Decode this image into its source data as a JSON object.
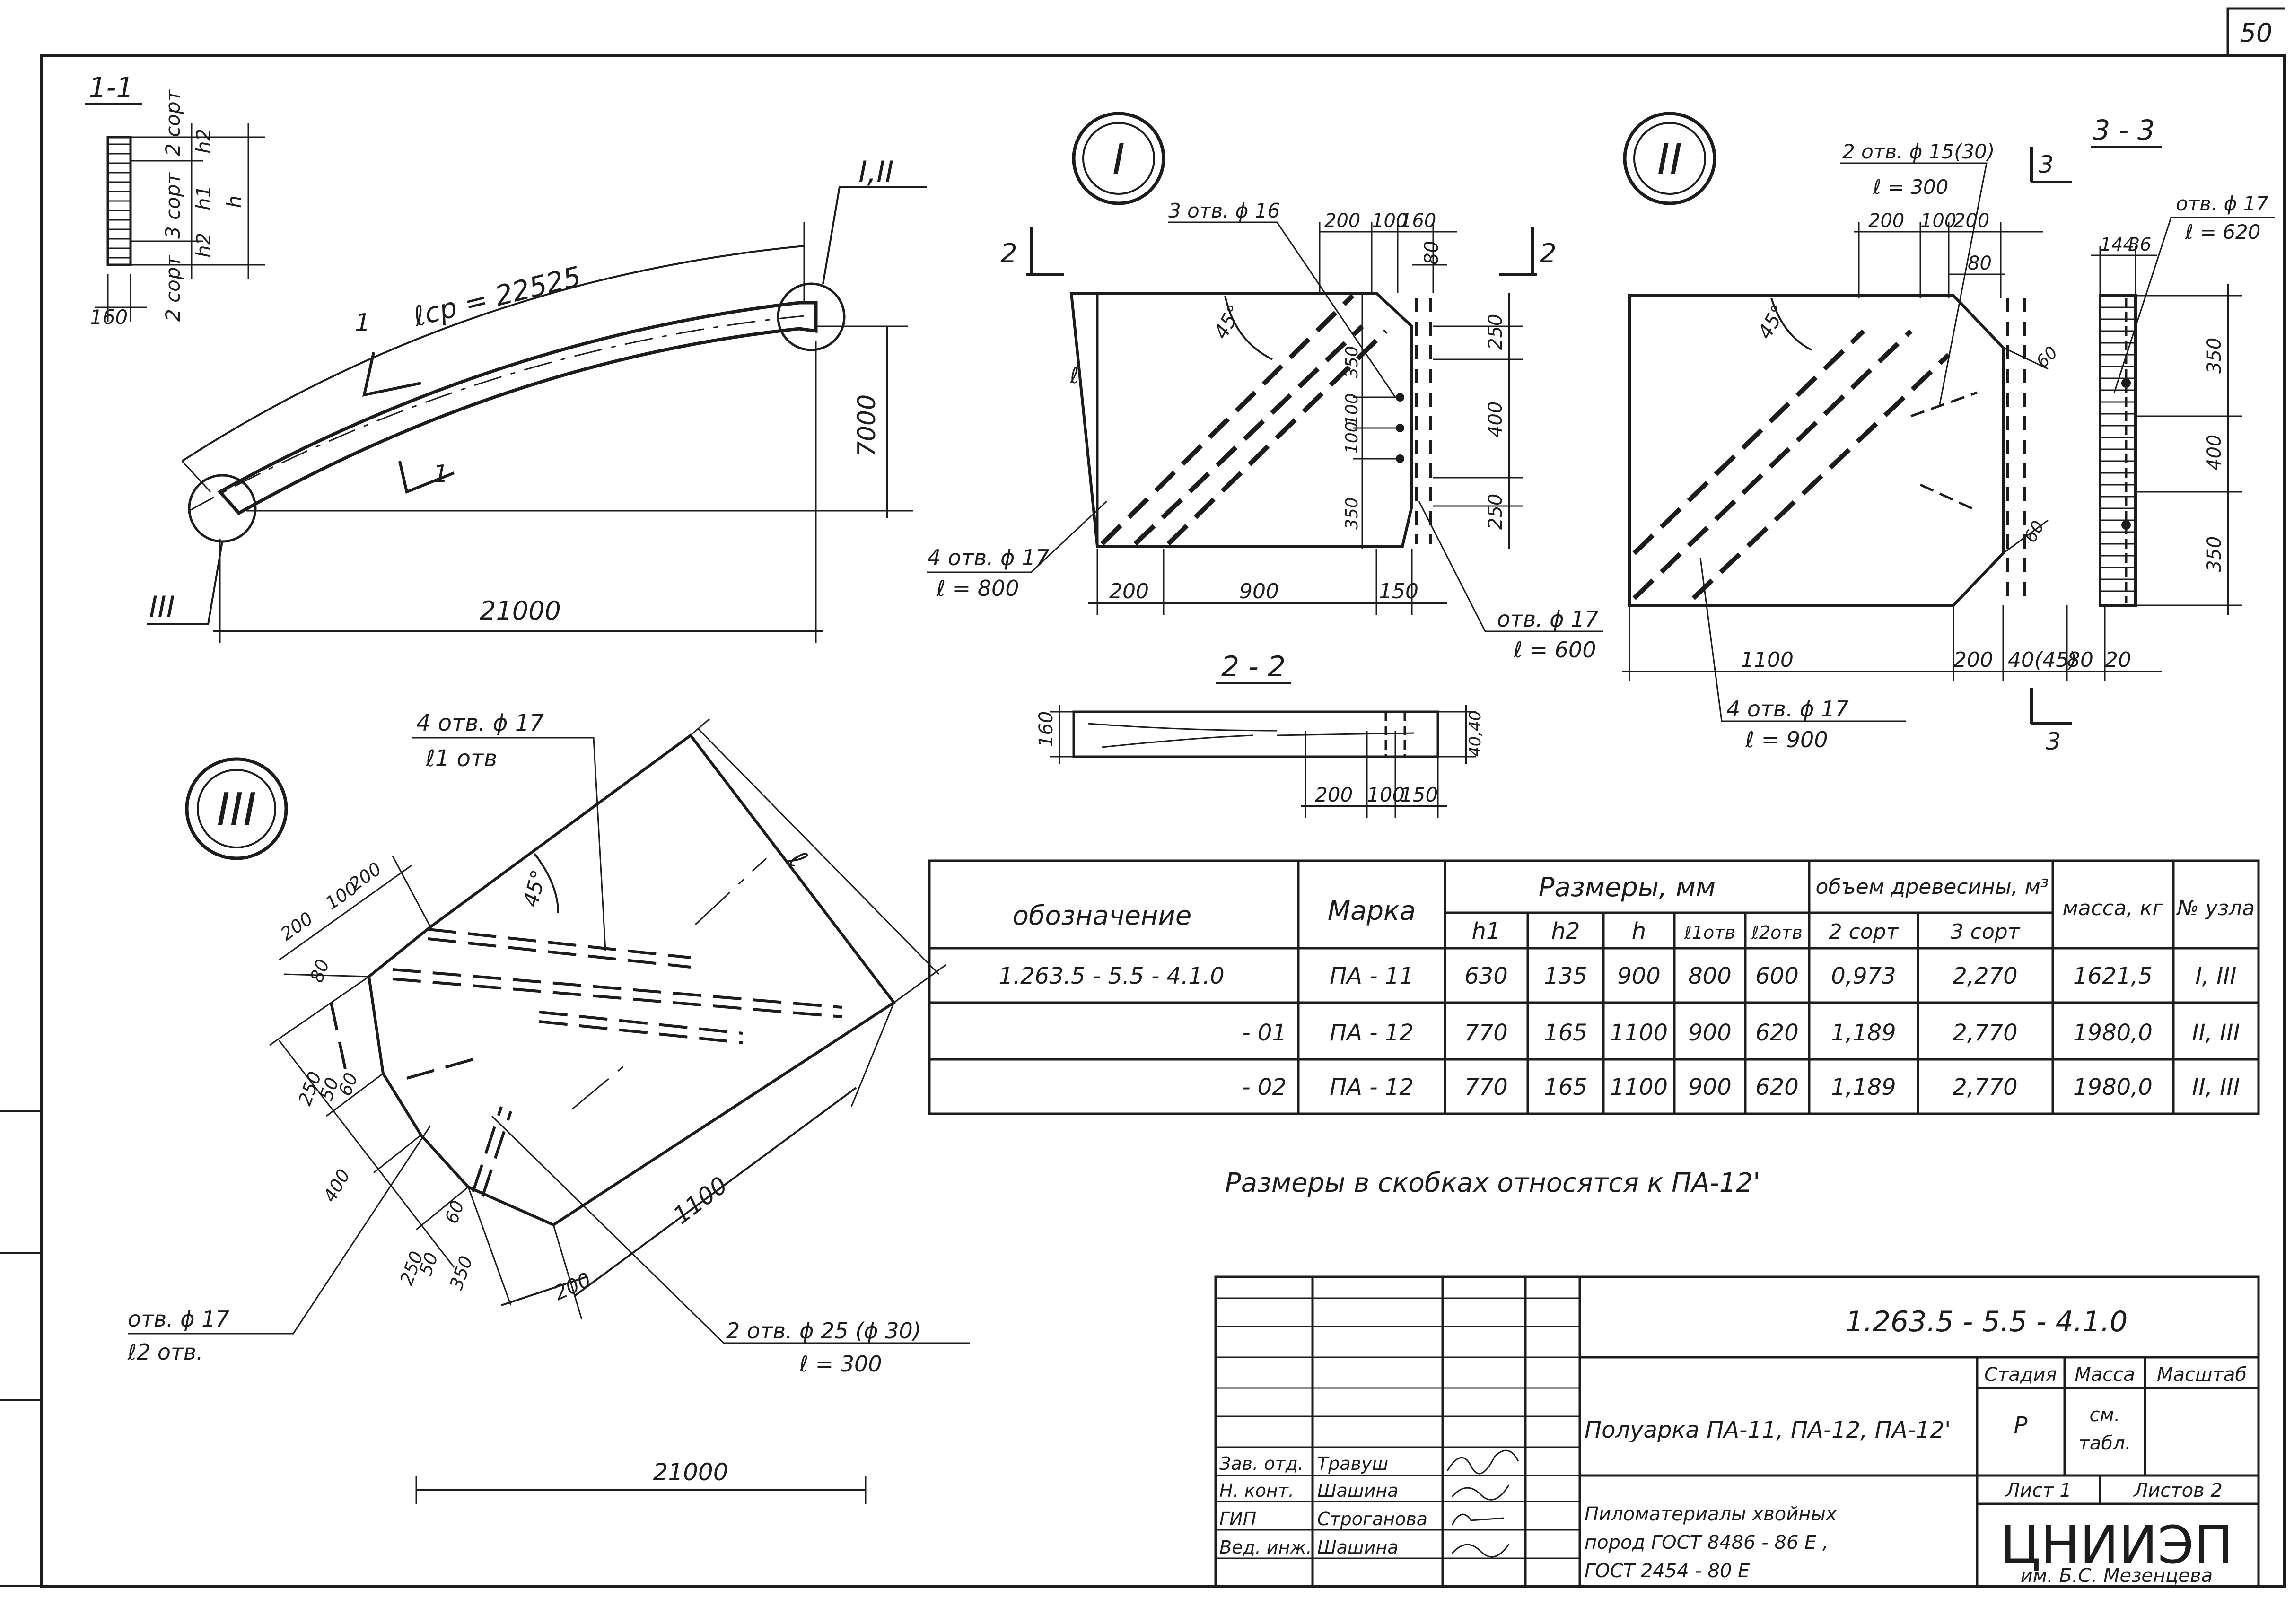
{
  "sheet": {
    "page_number": "50",
    "note": "Размеры в скобках относятся к ПА-12'"
  },
  "views": {
    "main": {
      "section_mark": "1-1",
      "section_arrow": "1",
      "arc_length": "ℓср = 22525",
      "span": "21000",
      "rise": "7000",
      "node_top": "I,II",
      "node_bottom": "III",
      "dim_160": "160",
      "labels": {
        "grade2_top": "2 сорт",
        "grade3": "3 сорт",
        "grade2_bottom": "2 сорт",
        "h1": "h1",
        "h2_top": "h2",
        "h2_bottom": "h2",
        "h": "h"
      }
    },
    "node_I": {
      "title": "I",
      "holes_top": "3 отв. ϕ 16",
      "holes_bottom_1": "4 отв. ϕ 17",
      "holes_bottom_2": "ℓ = 800",
      "hole_right_1": "отв. ϕ 17",
      "hole_right_2": "ℓ = 600",
      "cut_mark": "2",
      "angle": "45°",
      "ell": "ℓ",
      "dims": {
        "top_200": "200",
        "top_100": "100",
        "top_160": "160",
        "top_80": "80",
        "r250a": "250",
        "r400": "400",
        "r250b": "250",
        "in350a": "350",
        "in100a": "100",
        "in100b": "100",
        "in350b": "350",
        "b200": "200",
        "b900": "900",
        "b150": "150"
      }
    },
    "section_2_2": {
      "title": "2 - 2",
      "dim_160": "160",
      "dim_right": "40,40",
      "d200": "200",
      "d100": "100",
      "d150": "150"
    },
    "node_II": {
      "title": "II",
      "holes_top_1": "2 отв. ϕ 15(30)",
      "holes_top_2": "ℓ = 300",
      "holes_bottom_1": "4 отв. ϕ 17",
      "holes_bottom_2": "ℓ = 900",
      "angle": "45°",
      "dims": {
        "t200a": "200",
        "t100": "100",
        "t200b": "200",
        "t80": "80",
        "r60a": "60",
        "r60b": "60",
        "b1100": "1100",
        "b200": "200",
        "b40": "40(45)",
        "b80": "80",
        "b20": "20"
      }
    },
    "section_3_3": {
      "title": "3 - 3",
      "cut_mark": "3",
      "hole_1": "отв. ϕ 17",
      "hole_2": "ℓ = 620",
      "d144": "144",
      "d36": "36",
      "d350a": "350",
      "d400": "400",
      "d350b": "350"
    },
    "node_III": {
      "title": "III",
      "holes_top_1": "4 отв. ϕ 17",
      "holes_top_2": "ℓ1 отв",
      "hole_left_1": "отв. ϕ 17",
      "hole_left_2": "ℓ2 отв.",
      "holes_right_1": "2 отв. ϕ 25 (ϕ 30)",
      "holes_right_2": "ℓ = 300",
      "angle": "45°",
      "ell": "ℓ",
      "span": "21000",
      "dims": {
        "d200a": "200",
        "d100": "100",
        "d200b": "200",
        "d80": "80",
        "d250a": "250",
        "d50a": "50",
        "d60a": "60",
        "d400": "400",
        "d250b": "250",
        "d50b": "50",
        "d60b": "60",
        "d350": "350",
        "d200c": "200",
        "d1100": "1100"
      }
    }
  },
  "spec_table": {
    "headers": {
      "designation": "обозначение",
      "mark": "Марка",
      "sizes": "Размеры, мм",
      "volume": "объем древесины, м³",
      "mass": "масса, кг",
      "node": "№ узла"
    },
    "subheaders": [
      "h1",
      "h2",
      "h",
      "ℓ1отв",
      "ℓ2отв",
      "2 сорт",
      "3 сорт"
    ],
    "rows": [
      [
        "1.263.5 - 5.5 - 4.1.0",
        "ПА - 11",
        "630",
        "135",
        "900",
        "800",
        "600",
        "0,973",
        "2,270",
        "1621,5",
        "I, III"
      ],
      [
        "- 01",
        "ПА - 12",
        "770",
        "165",
        "1100",
        "900",
        "620",
        "1,189",
        "2,770",
        "1980,0",
        "II, III"
      ],
      [
        "- 02",
        "ПА - 12",
        "770",
        "165",
        "1100",
        "900",
        "620",
        "1,189",
        "2,770",
        "1980,0",
        "II, III"
      ]
    ]
  },
  "title_block": {
    "doc_code": "1.263.5 - 5.5 - 4.1.0",
    "item_name": "Полуарка ПА-11, ПА-12, ПА-12'",
    "material": [
      "Пиломатериалы хвойных",
      "пород ГОСТ 8486 - 86 Е ,",
      "ГОСТ 2454 - 80 Е"
    ],
    "stage_label": "Стадия",
    "mass_label": "Масса",
    "scale_label": "Масштаб",
    "stage_value": "Р",
    "mass_value": [
      "см.",
      "табл."
    ],
    "sheet_label": "Лист 1",
    "sheets_label": "Листов 2",
    "org": "ЦНИИЭП",
    "org_sub": "им. Б.С. Мезенцева",
    "staff": [
      {
        "role": "Зав. отд.",
        "name": "Травуш"
      },
      {
        "role": "Н. конт.",
        "name": "Шашина"
      },
      {
        "role": "ГИП",
        "name": "Строганова"
      },
      {
        "role": "Вед. инж.",
        "name": "Шашина"
      }
    ]
  }
}
